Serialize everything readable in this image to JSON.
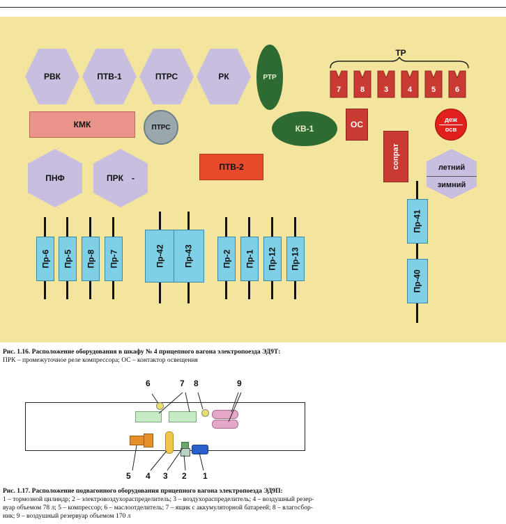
{
  "figure1": {
    "hexes_top": [
      "РВК",
      "ПТВ-1",
      "ПТРС",
      "РК"
    ],
    "rtr": "РТР",
    "tr": {
      "label": "ТР",
      "items": [
        "7",
        "8",
        "3",
        "4",
        "5",
        "6"
      ]
    },
    "kmk": "КМК",
    "ptrs_circle": "ПТРС",
    "kv1": "КВ-1",
    "os": "ОС",
    "dezh_line1": "деж",
    "dezh_line2": "осв",
    "soprat": "сопрат",
    "pnf": "ПНФ",
    "prk": "ПРК",
    "prk_dot": "-",
    "ptv2": "ПТВ-2",
    "letniy": "летний",
    "zimniy": "зимний",
    "fuses_left": [
      "Пр-6",
      "Пр-5",
      "Пр-8",
      "Пр-7"
    ],
    "fuses_mid": [
      "Пр-42",
      "Пр-43"
    ],
    "fuses_right": [
      "Пр-2",
      "Пр-1",
      "Пр-12",
      "Пр-13"
    ],
    "fuses_far": [
      "Пр-41",
      "Пр-40"
    ],
    "caption_bold": "Рис. 1.16. Расположение оборудования в шкафу № 4 прицепного вагона электропоезда ЭД9Т:",
    "caption_text": "ПРК – промежуточное реле компрессора; ОС – контактор освещения"
  },
  "figure2": {
    "labels_top": [
      "6",
      "7",
      "8",
      "9"
    ],
    "labels_bottom": [
      "5",
      "4",
      "3",
      "2",
      "1"
    ],
    "caption_bold": "Рис. 1.17. Расположение подвагонного оборудования прицепного вагона электропоезда ЭД9П:",
    "caption_lines": [
      "1 – тормозной цилиндр; 2 – электровоздухораспределитель; 3 – воздухораспределитель; 4 – воздушный резер-",
      "вуар объемом 78 л; 5 – компрессор; 6 – маслоотделитель; 7 – ящик с аккумуляторной батареей; 8 – влагосбор-",
      "ник; 9 – воздушный резервуар объемом 170 л"
    ]
  },
  "colors": {
    "panel_bg": "#f3e59d",
    "lavender": "#c8bedf",
    "dark_green": "#2e6b33",
    "red": "#c83a32",
    "salmon": "#e9938a",
    "cyan": "#7fd0e6"
  }
}
